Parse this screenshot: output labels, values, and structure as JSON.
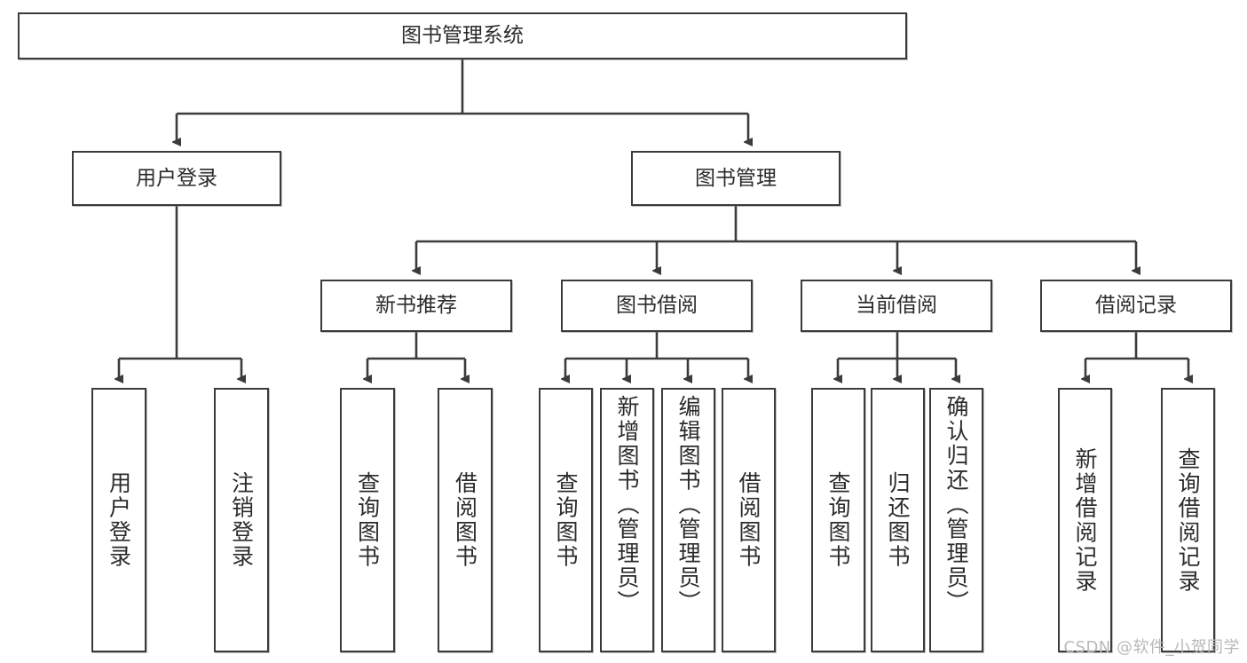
{
  "diagram": {
    "title": "图书管理系统",
    "type": "hierarchy-tree",
    "watermark": "CSDN @软件_小贺同学",
    "colors": {
      "box_border": "#3b3b3b",
      "box_fill": "#ffffff",
      "edge": "#3b3b3b",
      "text": "#2b2b2b",
      "watermark": "#b9b9b9"
    },
    "root": {
      "label": "图书管理系统"
    },
    "level2": [
      {
        "label": "用户登录"
      },
      {
        "label": "图书管理"
      }
    ],
    "level3": [
      {
        "label": "新书推荐"
      },
      {
        "label": "图书借阅"
      },
      {
        "label": "当前借阅"
      },
      {
        "label": "借阅记录"
      }
    ],
    "leaves": {
      "user_login": [
        {
          "label": "用户登录"
        },
        {
          "label": "注销登录"
        }
      ],
      "new_book_recommend": [
        {
          "label": "查询图书"
        },
        {
          "label": "借阅图书"
        }
      ],
      "book_borrow": [
        {
          "label": "查询图书"
        },
        {
          "label": "新增图书（管理员）"
        },
        {
          "label": "编辑图书（管理员）"
        },
        {
          "label": "借阅图书"
        }
      ],
      "current_borrow": [
        {
          "label": "查询图书"
        },
        {
          "label": "归还图书"
        },
        {
          "label": "确认归还（管理员）"
        }
      ],
      "borrow_record": [
        {
          "label": "新增借阅记录"
        },
        {
          "label": "查询借阅记录"
        }
      ]
    }
  }
}
